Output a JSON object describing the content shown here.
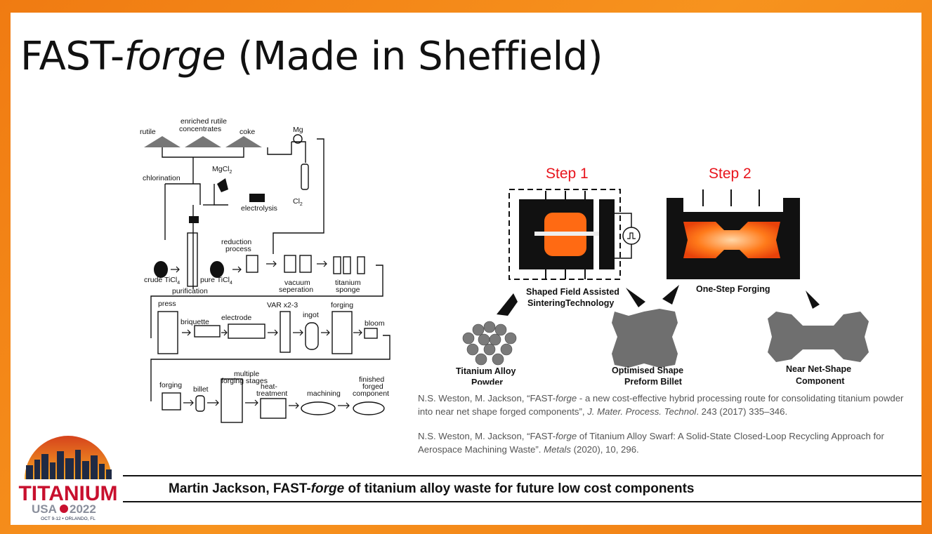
{
  "slide": {
    "title_prefix": "FAST-",
    "title_italic": "forge",
    "title_suffix": " (Made in Sheffield)"
  },
  "process_diagram": {
    "labels": {
      "rutile": "rutile",
      "enriched_line1": "enriched rutile",
      "enriched_line2": "concentrates",
      "coke": "coke",
      "mg": "Mg",
      "mgcl2": "MgCl",
      "mgcl2_sub": "2",
      "cl2": "Cl",
      "cl2_sub": "2",
      "chlorination": "chlorination",
      "electrolysis": "electrolysis",
      "reduction_line1": "reduction",
      "reduction_line2": "process",
      "crude": "crude TiCl",
      "crude_sub": "4",
      "pure": "pure TiCl",
      "pure_sub": "4",
      "purification": "purification",
      "vacuum_line1": "vacuum",
      "vacuum_line2": "seperation",
      "sponge_line1": "titanium",
      "sponge_line2": "sponge",
      "press": "press",
      "briquette": "briquette",
      "electrode": "electrode",
      "var": "VAR x2-3",
      "ingot": "ingot",
      "forging": "forging",
      "bloom": "bloom",
      "forging2": "forging",
      "billet": "billet",
      "multiple_line1": "multiple",
      "multiple_line2": "forging stages",
      "heat_line1": "heat-",
      "heat_line2": "treatment",
      "machining": "machining",
      "finished_line1": "finished",
      "finished_line2": "forged",
      "finished_line3": "component"
    }
  },
  "fast_forge_diagram": {
    "step1": "Step 1",
    "step2": "Step 2",
    "sfast_line1": "Shaped Field Assisted",
    "sfast_line2": "SinteringTechnology",
    "one_step": "One-Step Forging",
    "powder_line1": "Titanium Alloy",
    "powder_line2": "Powder",
    "preform_line1": "Optimised Shape",
    "preform_line2": "Preform Billet",
    "near_line1": "Near Net-Shape",
    "near_line2": "Component"
  },
  "references": [
    {
      "before": "N.S. Weston, M. Jackson, “FAST-",
      "italic1": "forge",
      "middle": " - a new cost-effective hybrid processing route for consolidating titanium powder into near net shape forged components”, ",
      "italic2": "J. Mater. Process. Technol",
      "after": ". 243 (2017) 335–346."
    },
    {
      "before": "N.S. Weston, M. Jackson, “FAST-",
      "italic1": "forge",
      "middle": " of Titanium Alloy Swarf: A Solid-State Closed-Loop Recycling Approach for Aerospace Machining Waste”. ",
      "italic2": "Metals",
      "after": " (2020), 10, 296."
    }
  ],
  "footer": {
    "prefix": "Martin Jackson, FAST-",
    "italic": "forge",
    "suffix": " of titanium alloy waste for future low cost components"
  },
  "logo": {
    "name": "TITANIUM",
    "sub_left": "USA",
    "year": "2022",
    "dates": "OCT 9-12 • ORLANDO, FL"
  },
  "colors": {
    "border_orange": "#f7931e",
    "step_red": "#e8141c",
    "glow_orange": "#ff6a13",
    "logo_red": "#c8102e",
    "logo_navy": "#1f2a44"
  }
}
